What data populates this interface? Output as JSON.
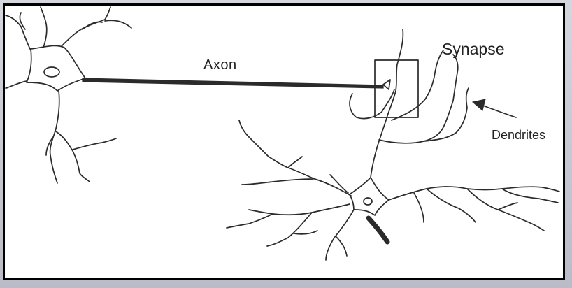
{
  "diagram": {
    "labels": {
      "axon": "Axon",
      "synapse": "Synapse",
      "dendrites": "Dendrites"
    },
    "colors": {
      "ink": "#2b2b2b",
      "background": "#ffffff",
      "frame_border": "#000000",
      "outer_frame": "#c9cbd4"
    }
  }
}
